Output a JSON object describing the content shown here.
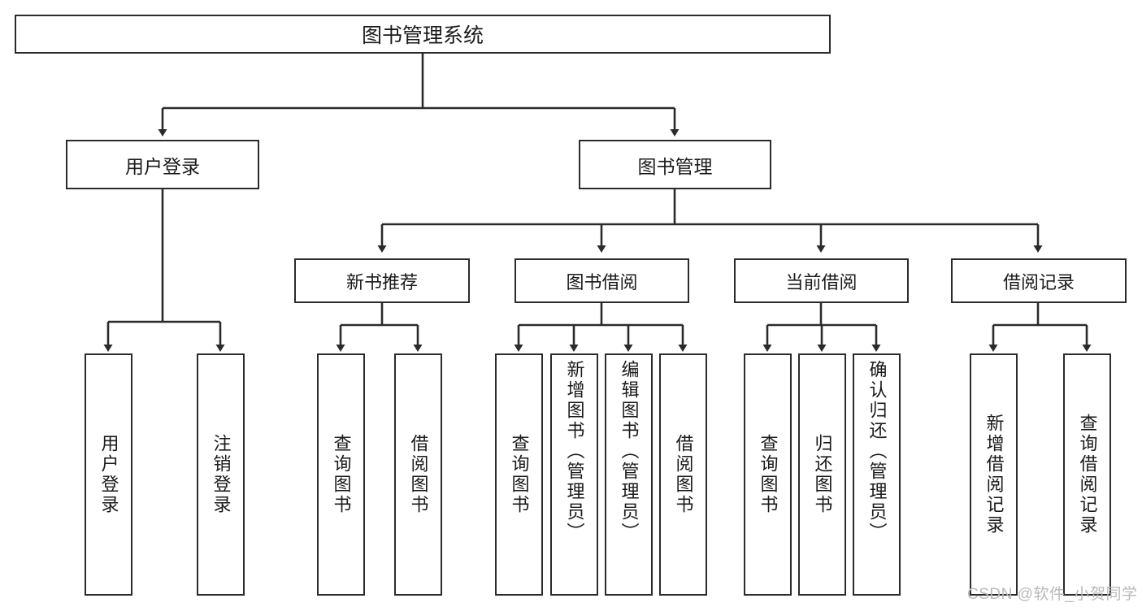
{
  "diagram": {
    "title": "图书管理系统",
    "type": "hierarchy-tree",
    "root": {
      "label": "图书管理系统",
      "id": "root"
    },
    "level1": [
      {
        "id": "user-login",
        "label": "用户登录"
      },
      {
        "id": "book-management",
        "label": "图书管理"
      }
    ],
    "level2": [
      {
        "id": "new-book-recommend",
        "label": "新书推荐",
        "parent": "book-management"
      },
      {
        "id": "book-borrow",
        "label": "图书借阅",
        "parent": "book-management"
      },
      {
        "id": "current-borrow",
        "label": "当前借阅",
        "parent": "book-management"
      },
      {
        "id": "borrow-record",
        "label": "借阅记录",
        "parent": "book-management"
      }
    ],
    "leaves": [
      {
        "id": "leaf-user-login",
        "label": "用户登录",
        "parent": "user-login",
        "align": "middle"
      },
      {
        "id": "leaf-logout",
        "label": "注销登录",
        "parent": "user-login",
        "align": "middle"
      },
      {
        "id": "leaf-query-book-1",
        "label": "查询图书",
        "parent": "new-book-recommend",
        "align": "middle"
      },
      {
        "id": "leaf-borrow-book-1",
        "label": "借阅图书",
        "parent": "new-book-recommend",
        "align": "middle"
      },
      {
        "id": "leaf-query-book-2",
        "label": "查询图书",
        "parent": "book-borrow",
        "align": "middle"
      },
      {
        "id": "leaf-add-book",
        "label": "新增图书（管理员）",
        "parent": "book-borrow",
        "align": "top"
      },
      {
        "id": "leaf-edit-book",
        "label": "编辑图书（管理员）",
        "parent": "book-borrow",
        "align": "top"
      },
      {
        "id": "leaf-borrow-book-2",
        "label": "借阅图书",
        "parent": "book-borrow",
        "align": "middle"
      },
      {
        "id": "leaf-query-book-3",
        "label": "查询图书",
        "parent": "current-borrow",
        "align": "middle"
      },
      {
        "id": "leaf-return-book",
        "label": "归还图书",
        "parent": "current-borrow",
        "align": "middle"
      },
      {
        "id": "leaf-confirm-return",
        "label": "确认归还（管理员）",
        "parent": "current-borrow",
        "align": "top"
      },
      {
        "id": "leaf-add-record",
        "label": "新增借阅记录",
        "parent": "borrow-record",
        "align": "middle"
      },
      {
        "id": "leaf-query-record",
        "label": "查询借阅记录",
        "parent": "borrow-record",
        "align": "middle"
      }
    ]
  },
  "watermark": {
    "text": "CSDN @软件_小贺同学"
  },
  "colors": {
    "stroke": "#2b2b2b",
    "background": "#ffffff",
    "text": "#1a1a1a",
    "watermark": "#b9b9b9"
  }
}
